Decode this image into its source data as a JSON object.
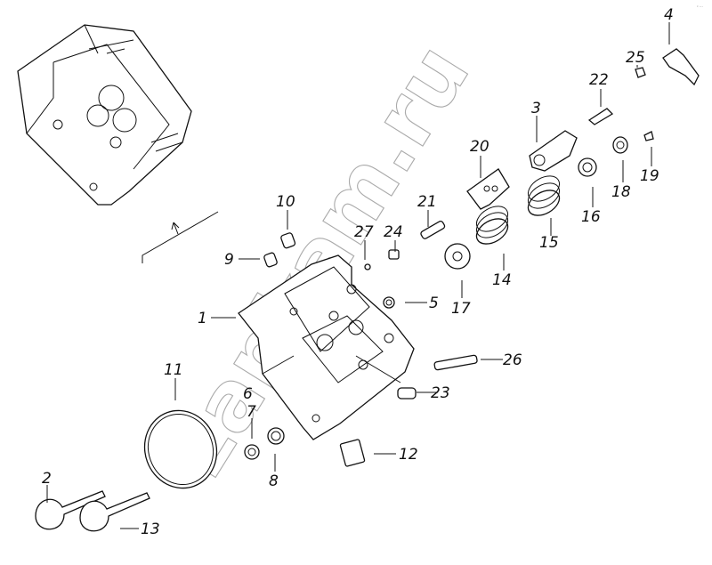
{
  "diagram": {
    "callouts": [
      "1",
      "2",
      "3",
      "4",
      "5",
      "6",
      "7",
      "8",
      "9",
      "10",
      "11",
      "12",
      "13",
      "14",
      "15",
      "16",
      "17",
      "18",
      "19",
      "20",
      "21",
      "22",
      "23",
      "24",
      "25",
      "26",
      "27"
    ],
    "watermark": "zapkam.ru",
    "corner_mark": "ᵖ ···"
  }
}
